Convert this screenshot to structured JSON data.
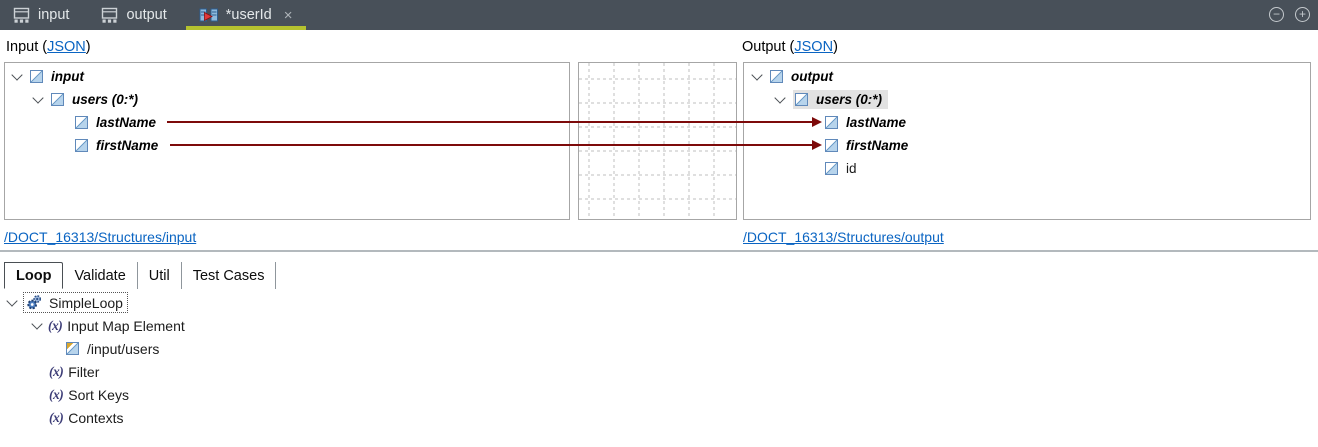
{
  "window": {
    "tabs": [
      {
        "label": "input"
      },
      {
        "label": "output"
      },
      {
        "label": "*userId"
      }
    ],
    "close_glyph": "×",
    "minimize_glyph": "−",
    "maximize_glyph": "+"
  },
  "mapper": {
    "input_header": {
      "prefix": "Input (",
      "link": "JSON",
      "suffix": ")"
    },
    "output_header": {
      "prefix": "Output (",
      "link": "JSON",
      "suffix": ")"
    },
    "input_tree": {
      "rows": [
        {
          "label": "input"
        },
        {
          "label": "users (0:*)"
        },
        {
          "label": "lastName"
        },
        {
          "label": "firstName"
        }
      ]
    },
    "output_tree": {
      "rows": [
        {
          "label": "output"
        },
        {
          "label": "users (0:*)"
        },
        {
          "label": "lastName"
        },
        {
          "label": "firstName"
        },
        {
          "label": "id"
        }
      ]
    },
    "mappings": [
      {
        "from": "lastName",
        "to": "lastName"
      },
      {
        "from": "firstName",
        "to": "firstName"
      }
    ],
    "input_link": "/DOCT_16313/Structures/input",
    "output_link": "/DOCT_16313/Structures/output"
  },
  "bottom": {
    "tabs": [
      {
        "label": "Loop"
      },
      {
        "label": "Validate"
      },
      {
        "label": "Util"
      },
      {
        "label": "Test Cases"
      }
    ],
    "active_tab": "Loop",
    "tree": {
      "root": "SimpleLoop",
      "input_map_element": "Input Map Element",
      "input_map_path": "/input/users",
      "filter": "Filter",
      "sort_keys": "Sort Keys",
      "contexts": "Contexts"
    }
  },
  "colors": {
    "tabbar_bg": "#485059",
    "active_tab_underline": "#b5c22f",
    "map_line": "#7d0a0a",
    "link": "#0a64c2",
    "selection_bg": "#e2e2e2"
  }
}
